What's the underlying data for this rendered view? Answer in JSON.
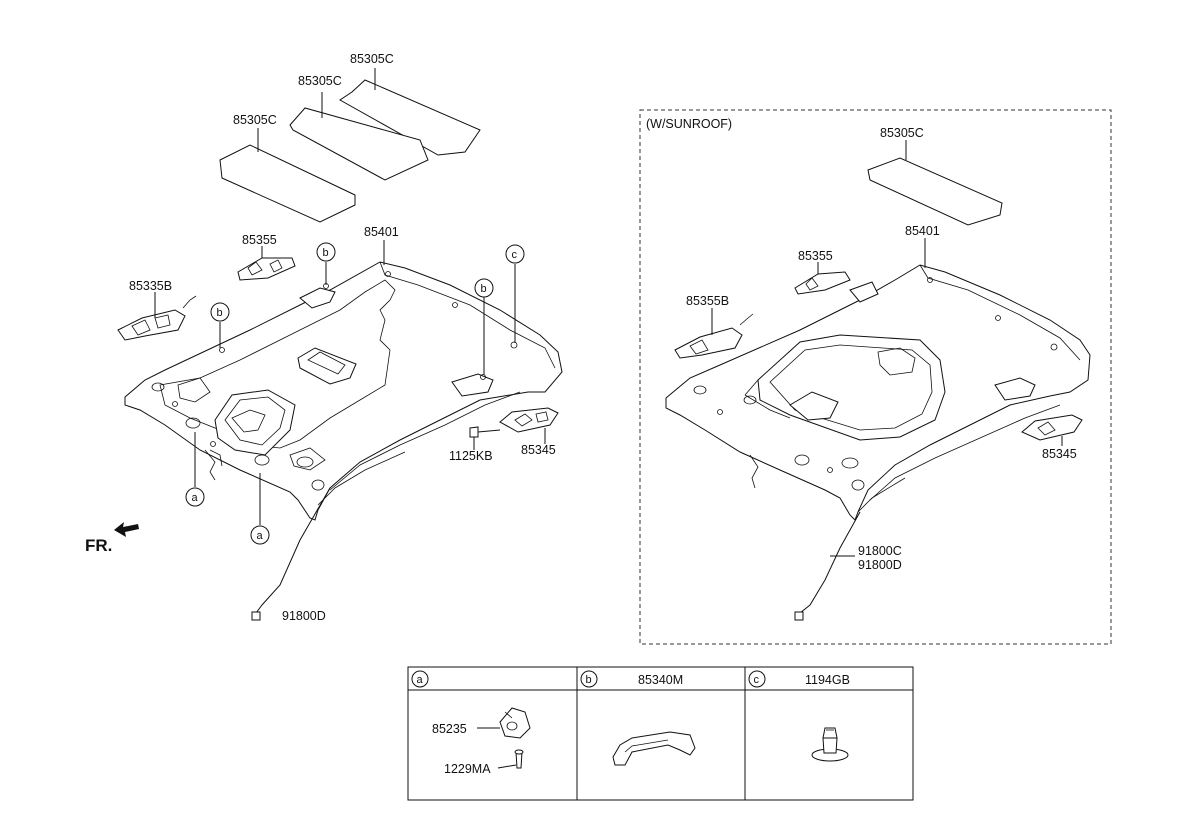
{
  "labels": {
    "roof_pad_top": "85305C",
    "roof_pad_mid": "85305C",
    "roof_pad_low": "85305C",
    "headlining": "85401",
    "bracket_85355": "85355",
    "bracket_85335b": "85335B",
    "bolt_1125kb": "1125KB",
    "bracket_85345": "85345",
    "wiring_91800d": "91800D",
    "fr": "FR."
  },
  "callouts": {
    "b1": "b",
    "b2": "b",
    "b3": "b",
    "c1": "c",
    "a1": "a",
    "a2": "a"
  },
  "sunroof": {
    "title": "(W/SUNROOF)",
    "pad": "85305C",
    "headlining": "85401",
    "bracket_85355": "85355",
    "bracket_85355b": "85355B",
    "bracket_85345": "85345",
    "wiring_91800c": "91800C",
    "wiring_91800d": "91800D"
  },
  "legend": {
    "a_key": "a",
    "b_key": "b",
    "b_part": "85340M",
    "c_key": "c",
    "c_part": "1194GB",
    "a_part_upper": "85235",
    "a_part_lower": "1229MA"
  }
}
